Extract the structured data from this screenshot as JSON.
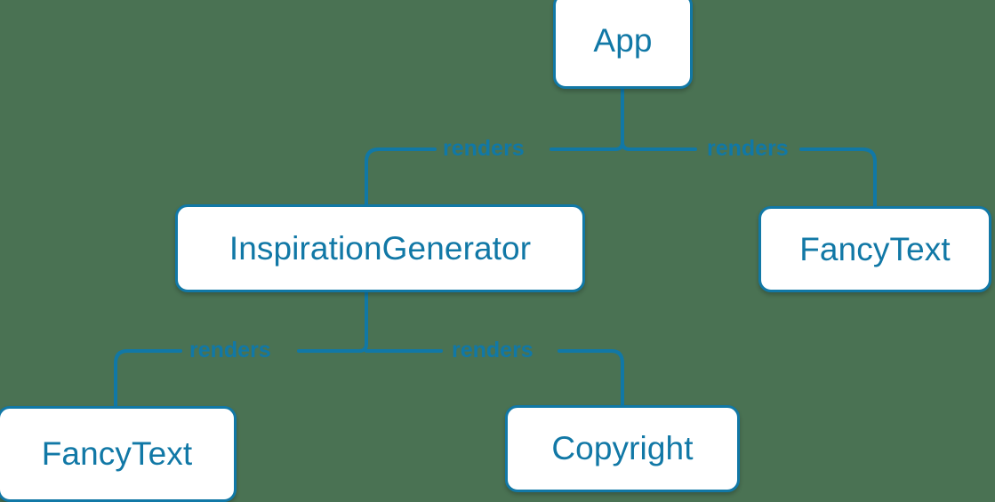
{
  "diagram": {
    "type": "component-tree",
    "background_color": "#4a7253",
    "accent_color": "#1178a6",
    "node_fill": "#ffffff",
    "nodes": [
      {
        "id": "app",
        "label": "App"
      },
      {
        "id": "inspiration",
        "label": "InspirationGenerator"
      },
      {
        "id": "fancytext-r",
        "label": "FancyText"
      },
      {
        "id": "fancytext-bl",
        "label": "FancyText"
      },
      {
        "id": "copyright",
        "label": "Copyright"
      }
    ],
    "edges": [
      {
        "from": "app",
        "to": "inspiration",
        "label": "renders"
      },
      {
        "from": "app",
        "to": "fancytext-r",
        "label": "renders"
      },
      {
        "from": "inspiration",
        "to": "fancytext-bl",
        "label": "renders"
      },
      {
        "from": "inspiration",
        "to": "copyright",
        "label": "renders"
      }
    ]
  }
}
